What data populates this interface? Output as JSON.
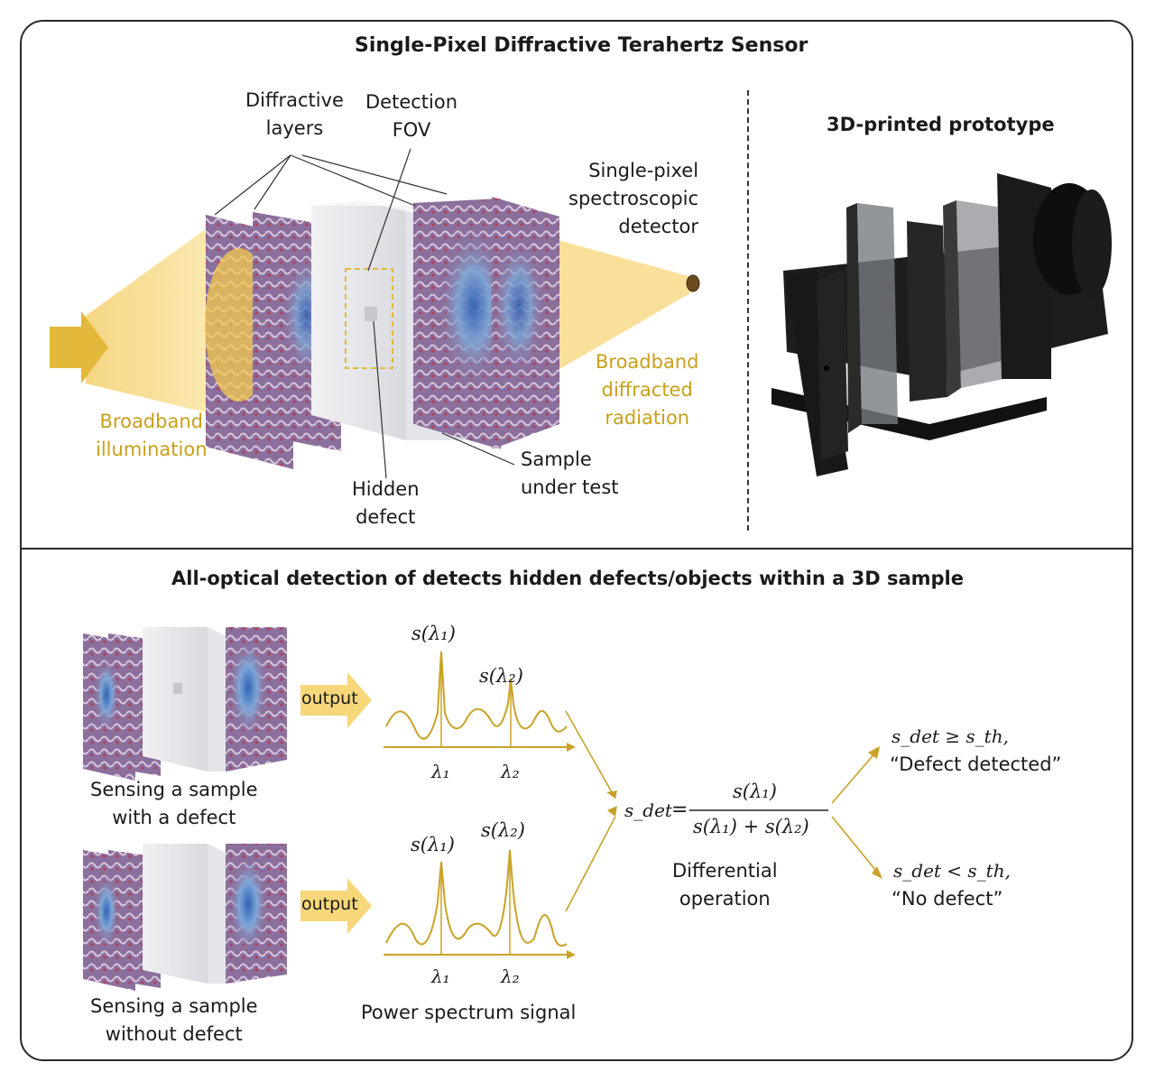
{
  "panel_a": {
    "title": "Single-Pixel Diffractive Terahertz Sensor",
    "labels": {
      "diffractive_layers": "Diffractive\nlayers",
      "detection_fov": "Detection\nFOV",
      "detector": "Single-pixel\nspectroscopic\ndetector",
      "illumination": "Broadband\nillumination",
      "diffracted": "Broadband\ndiffracted\nradiation",
      "hidden_defect": "Hidden\ndefect",
      "sample": "Sample\nunder test"
    },
    "prototype_title": "3D-printed prototype"
  },
  "panel_b": {
    "title": "All-optical detection of detects hidden defects/objects within a 3D sample",
    "output_label": "output",
    "case_defect": "Sensing a sample\nwith a defect",
    "case_no_defect": "Sensing a sample\nwithout defect",
    "spectrum_caption": "Power spectrum signal",
    "peak1_label": "s(λ₁)",
    "peak2_label": "s(λ₂)",
    "axis_tick1": "λ₁",
    "axis_tick2": "λ₂",
    "formula_lhs": "s_det",
    "formula_num": "s(λ₁)",
    "formula_den": "s(λ₁) + s(λ₂)",
    "operation": "Differential\noperation",
    "result_pos_cond": "s_det ≥ s_th,",
    "result_pos_text": "“Defect detected”",
    "result_neg_cond": "s_det < s_th,",
    "result_neg_text": "“No defect”"
  },
  "colors": {
    "beam": "#f7dc8c",
    "beam_edge": "#e8b93a",
    "gold_text": "#c8a01a",
    "layer_purple": "#8a6a98",
    "layer_blue": "#3d6fb0",
    "curve": "#c9a227"
  }
}
